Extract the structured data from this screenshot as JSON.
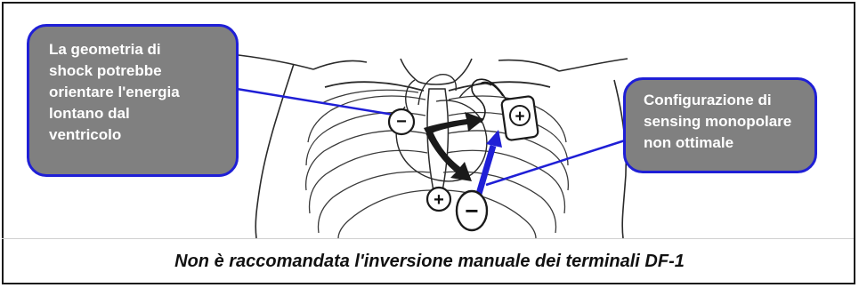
{
  "callouts": {
    "shock_geometry": "La geometria di\nshock potrebbe\norientare l'energia\nlontano dal\nventricolo",
    "sensing_config": "Configurazione di\nsensing monopolare\nnon ottimale"
  },
  "electrodes": {
    "plus_symbol": "+",
    "minus_symbol": "−"
  },
  "caption": "Non è raccomandata l'inversione manuale dei terminali DF-1",
  "colors": {
    "callout_fill": "#808080",
    "callout_border": "#1f1fd6",
    "leader_line": "#1f1fd6",
    "sensing_arrow": "#1f1fd6",
    "shock_arrow": "#1a1a1a"
  },
  "icons": [
    "plus-electrode-icon",
    "minus-electrode-icon",
    "defibrillator-device-icon"
  ]
}
